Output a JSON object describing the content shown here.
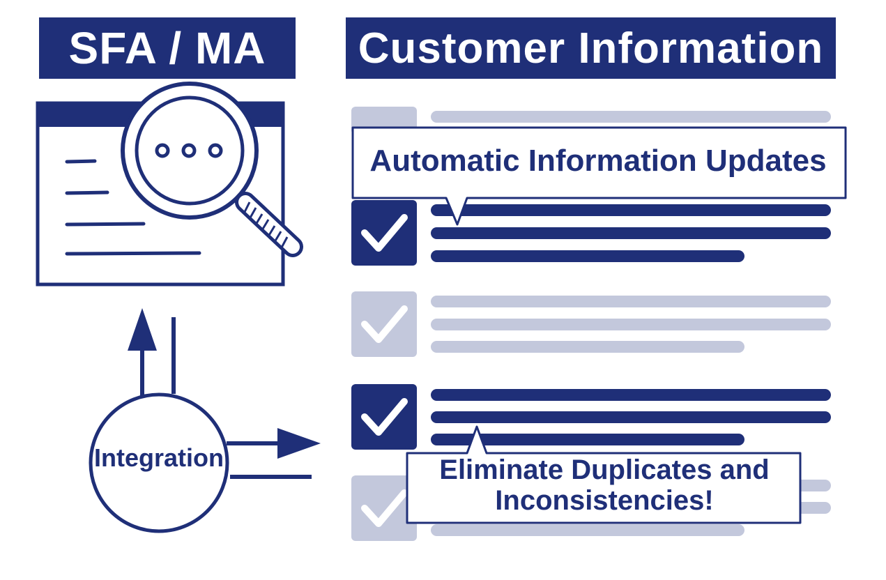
{
  "left_banner": {
    "text": "SFA / MA"
  },
  "right_banner": {
    "text": "Customer Information"
  },
  "integration": {
    "label": "Integration"
  },
  "callouts": {
    "top": "Automatic Information Updates",
    "bottom_line1": "Eliminate Duplicates and",
    "bottom_line2": "Inconsistencies!"
  },
  "colors": {
    "navy": "#1f2f78",
    "faded": "#c3c8dc",
    "white": "#ffffff"
  },
  "icons": {
    "magnifier": "magnifier-icon",
    "check": "checkmark-icon",
    "ellipsis": "ellipsis-icon"
  }
}
